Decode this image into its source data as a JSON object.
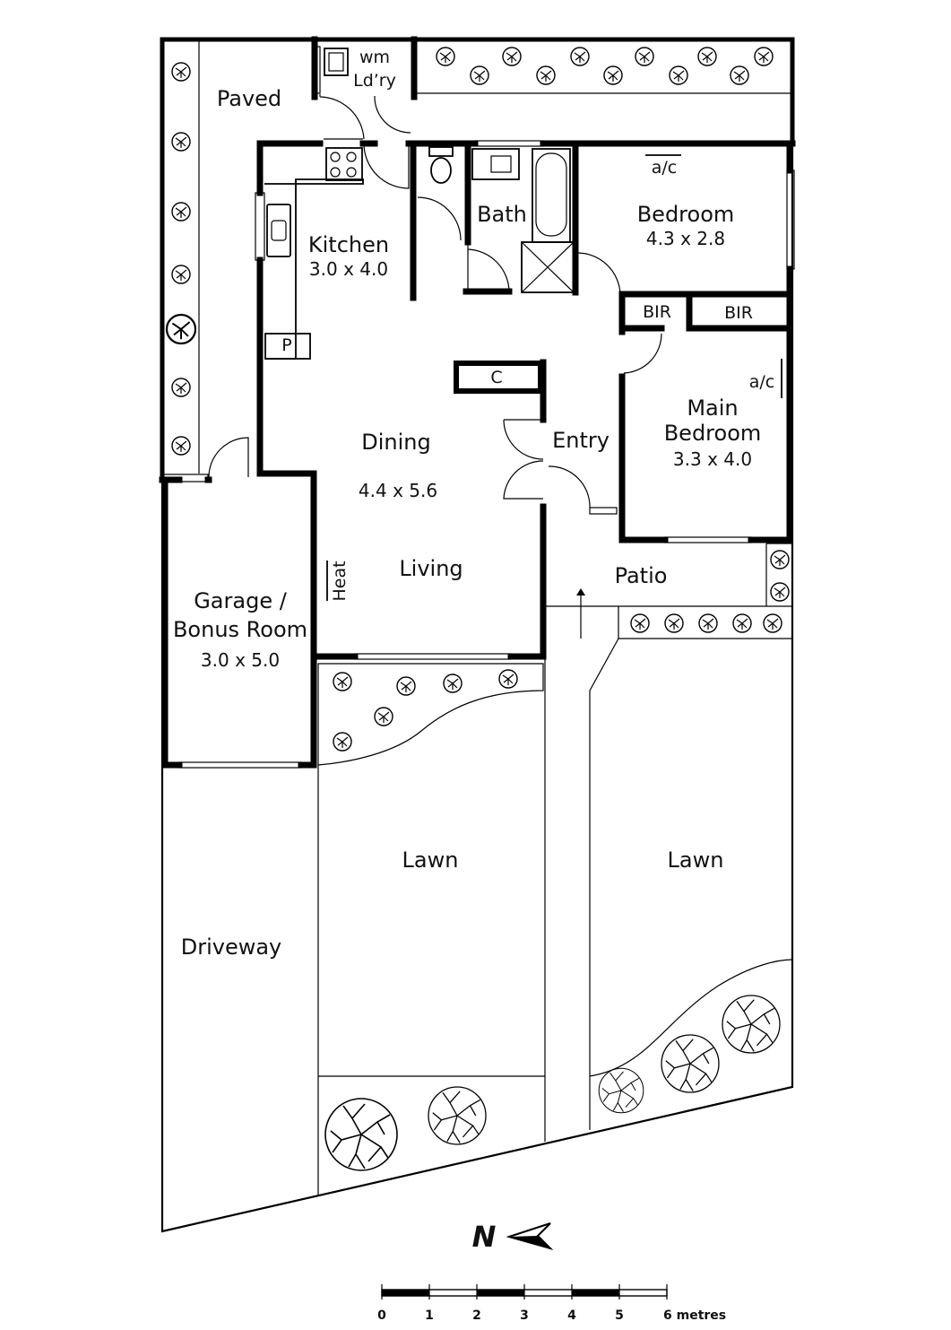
{
  "rooms": {
    "paved": "Paved",
    "wm": "wm",
    "laundry": "Ld’ry",
    "bath": "Bath",
    "bedroom": "Bedroom",
    "bedroom_dim": "4.3 x 2.8",
    "kitchen": "Kitchen",
    "kitchen_dim": "3.0 x 4.0",
    "pantry": "P",
    "bir1": "BIR",
    "bir2": "BIR",
    "ac1": "a/c",
    "ac2": "a/c",
    "cupboard": "C",
    "dining": "Dining",
    "dining_dim": "4.4 x 5.6",
    "entry": "Entry",
    "main_bedroom_1": "Main",
    "main_bedroom_2": "Bedroom",
    "main_bedroom_dim": "3.3 x 4.0",
    "garage_1": "Garage /",
    "garage_2": "Bonus Room",
    "garage_dim": "3.0 x 5.0",
    "heat": "Heat",
    "living": "Living",
    "patio": "Patio",
    "lawn_left": "Lawn",
    "lawn_right": "Lawn",
    "driveway": "Driveway"
  },
  "compass": {
    "label": "N"
  },
  "scale_bar": {
    "ticks": [
      "0",
      "1",
      "2",
      "3",
      "4",
      "5",
      "6 metres"
    ]
  }
}
